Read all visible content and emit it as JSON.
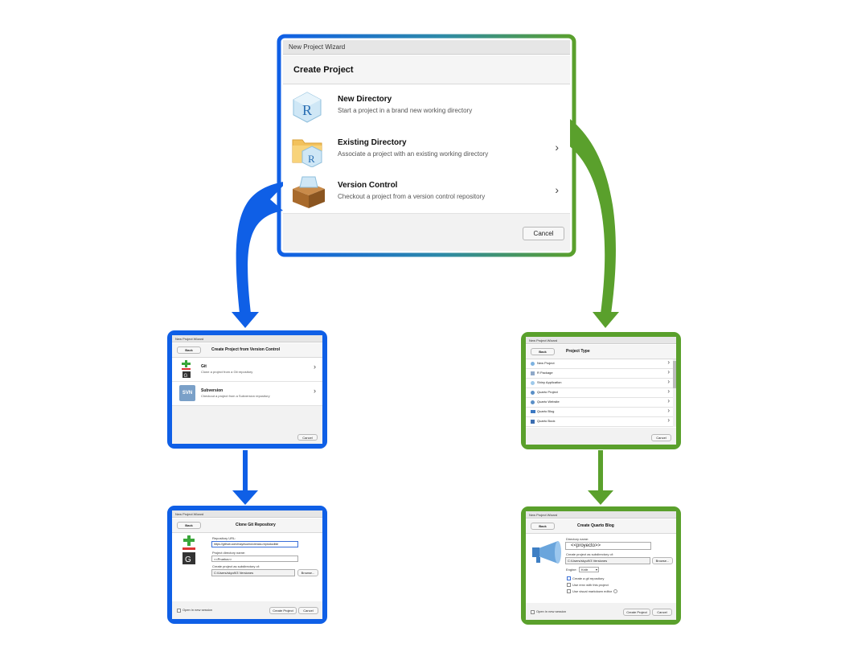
{
  "main_wizard": {
    "window_title": "New Project Wizard",
    "header": "Create Project",
    "options": [
      {
        "title": "New Directory",
        "subtitle": "Start a project in a brand new working directory",
        "icon": "r-cube-icon"
      },
      {
        "title": "Existing Directory",
        "subtitle": "Associate a project with an existing working directory",
        "icon": "folder-r-icon"
      },
      {
        "title": "Version Control",
        "subtitle": "Checkout a project from a version control repository",
        "icon": "box-icon"
      }
    ],
    "cancel_label": "Cancel"
  },
  "vcs_wizard": {
    "window_title": "New Project Wizard",
    "back_label": "Back",
    "header": "Create Project from Version Control",
    "options": [
      {
        "title": "Git",
        "subtitle": "Clone a project from a Git repository",
        "icon": "git-icon"
      },
      {
        "title": "Subversion",
        "subtitle": "Checkout a project from a Subversion repository",
        "icon": "svn-icon",
        "icon_text": "SVN"
      }
    ],
    "cancel_label": "Cancel"
  },
  "clone_wizard": {
    "window_title": "New Project Wizard",
    "back_label": "Back",
    "header": "Clone Git Repository",
    "repo_url_label": "Repository URL:",
    "repo_url_value": "https://github.com/mayrisuero/ciencia-reproducible",
    "dir_name_label": "Project directory name:",
    "dir_name_value": "<<Prueba>>",
    "subdir_label": "Create project as subdirectory of:",
    "subdir_value": "C:/Users/skyu9/3 Versiones",
    "browse_label": "Browse...",
    "new_session_label": "Open in new session",
    "create_label": "Create Project",
    "cancel_label": "Cancel"
  },
  "type_wizard": {
    "window_title": "New Project Wizard",
    "back_label": "Back",
    "header": "Project Type",
    "items": [
      "New Project",
      "R Package",
      "Shiny Application",
      "Quarto Project",
      "Quarto Website",
      "Quarto Blog",
      "Quarto Book"
    ],
    "cancel_label": "Cancel"
  },
  "blog_wizard": {
    "window_title": "New Project Wizard",
    "back_label": "Back",
    "header": "Create Quarto Blog",
    "dir_name_label": "Directory name:",
    "dir_name_value": "<<proyecto>>",
    "subdir_label": "Create project as subdirectory of:",
    "subdir_value": "C:/Users/skyu9/3 Versiones",
    "browse_label": "Browse...",
    "engine_label": "Engine:",
    "engine_value": "Knitr",
    "checkboxes": [
      "Create a git repository",
      "Use renv with this project",
      "Use visual markdown editor"
    ],
    "new_session_label": "Open in new session",
    "create_label": "Create Project",
    "cancel_label": "Cancel"
  },
  "colors": {
    "blue": "#0f5fe6",
    "green": "#5aa02c"
  }
}
